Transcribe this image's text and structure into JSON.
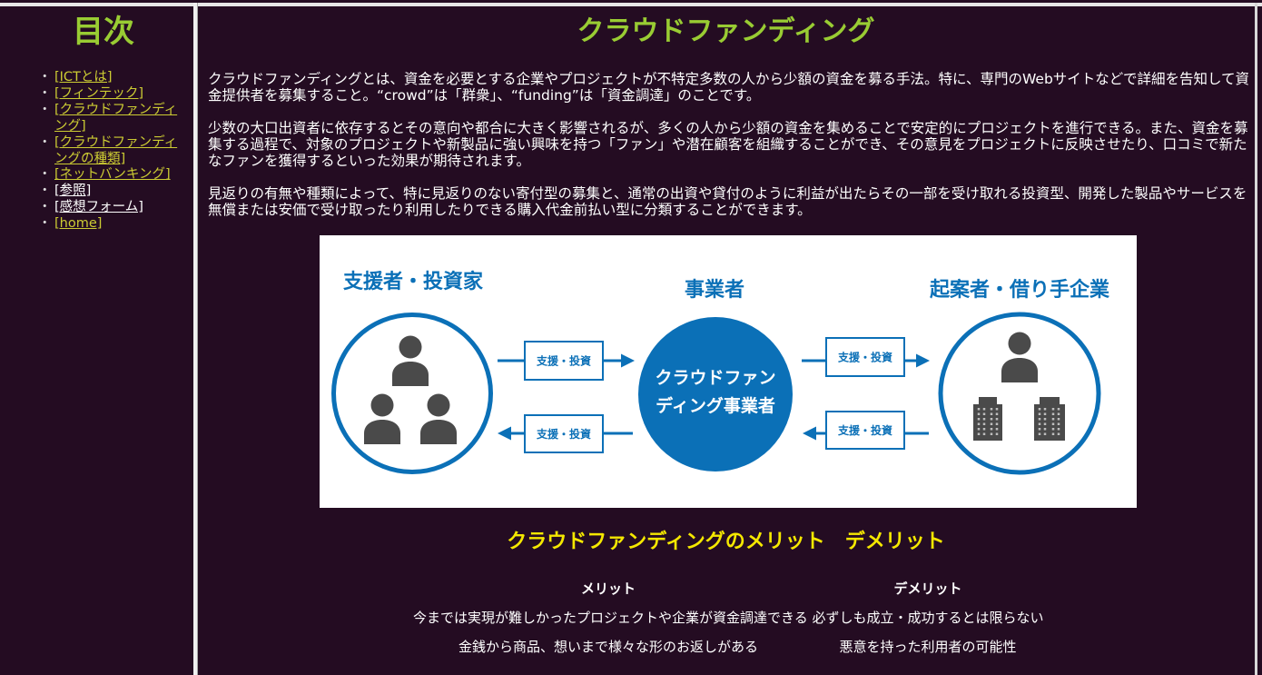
{
  "nav": {
    "title": "目次",
    "bullet": "・",
    "items": [
      {
        "label": "[ICTとは]",
        "color": "#cccc33"
      },
      {
        "label": "[フィンテック]",
        "color": "#cccc33"
      },
      {
        "label": "[クラウドファンディング]",
        "color": "#cccc33"
      },
      {
        "label": "[クラウドファンディングの種類]",
        "color": "#cccc33"
      },
      {
        "label": "[ネットバンキング]",
        "color": "#cccc33"
      },
      {
        "label": "[参照]",
        "color": "#ffffff"
      },
      {
        "label": "[感想フォーム]",
        "color": "#ffffff"
      },
      {
        "label": "[home]",
        "color": "#cccc33"
      }
    ]
  },
  "main": {
    "title": "クラウドファンディング",
    "paragraphs": [
      "クラウドファンディングとは、資金を必要とする企業やプロジェクトが不特定多数の人から少額の資金を募る手法。特に、専門のWebサイトなどで詳細を告知して資金提供者を募集すること。“crowd”は「群衆」、“funding”は「資金調達」のことです。",
      "少数の大口出資者に依存するとその意向や都合に大きく影響されるが、多くの人から少額の資金を集めることで安定的にプロジェクトを進行できる。また、資金を募集する過程で、対象のプロジェクトや新製品に強い興味を持つ「ファン」や潜在顧客を組織することができ、その意見をプロジェクトに反映させたり、口コミで新たなファンを獲得するといった効果が期待されます。",
      "見返りの有無や種類によって、特に見返りのない寄付型の募集と、通常の出資や貸付のように利益が出たらその一部を受け取れる投資型、開発した製品やサービスを無償または安価で受け取ったり利用したりできる購入代金前払い型に分類することができます。"
    ],
    "diagram": {
      "left_label": "支援者・投資家",
      "center_label": "事業者",
      "right_label": "起案者・借り手企業",
      "center_circle_text": [
        "クラウドファン",
        "ディング事業者"
      ],
      "arrow_labels": [
        "支援・投資",
        "支援・投資",
        "支援・投資",
        "支援・投資"
      ],
      "left_icons": [
        "person-icon",
        "person-icon",
        "person-icon"
      ],
      "right_icons": [
        "person-icon",
        "building-icon",
        "building-icon"
      ]
    },
    "merits": {
      "heading": "クラウドファンディングのメリット　デメリット",
      "headers": [
        "メリット",
        "デメリット"
      ],
      "rows": [
        [
          "今までは実現が難しかったプロジェクトや企業が資金調達できる",
          "必ずしも成立・成功するとは限らない"
        ],
        [
          "金銭から商品、想いまで様々な形のお返しがある",
          "悪意を持った利用者の可能性"
        ]
      ]
    }
  },
  "colors": {
    "page_background": "#240c22",
    "frame_border": "#e6e6e6",
    "title_green": "#99cc33",
    "link": "#cccc33",
    "link_visited": "#ffffff",
    "text": "#ffffff",
    "merit_heading": "#f5e800",
    "diagram_blue": "#0b70b7",
    "icon_gray": "#4a4a4a"
  }
}
